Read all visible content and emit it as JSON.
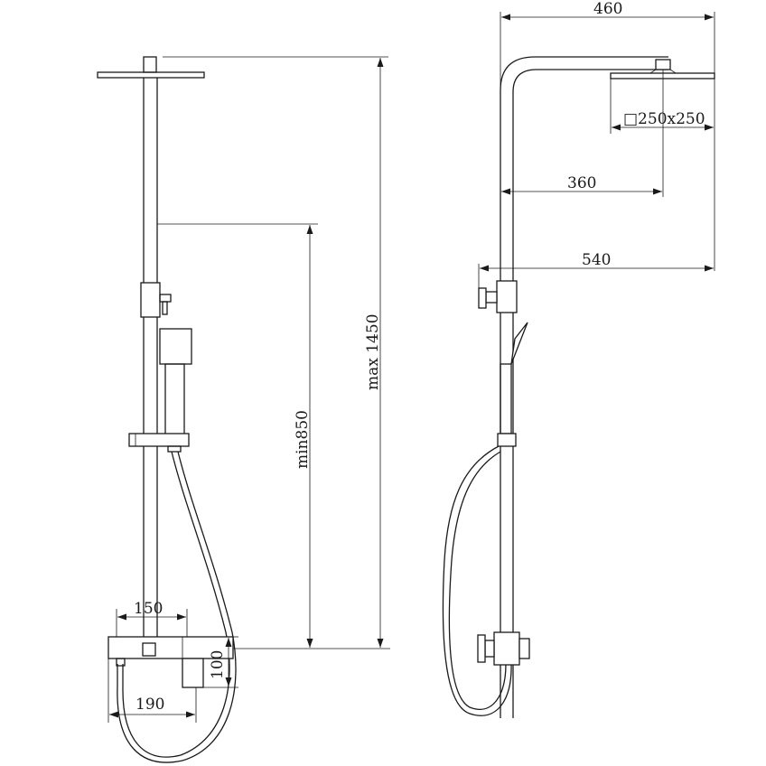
{
  "dimensions": {
    "top_width": "460",
    "head_size": "□250x250",
    "arm_reach": "360",
    "total_depth": "540",
    "max_height": "max 1450",
    "min_height": "min850",
    "mixer_width": "150",
    "mixer_height": "100",
    "mixer_depth": "190"
  },
  "colors": {
    "line": "#1a1a1a",
    "background": "#ffffff"
  }
}
